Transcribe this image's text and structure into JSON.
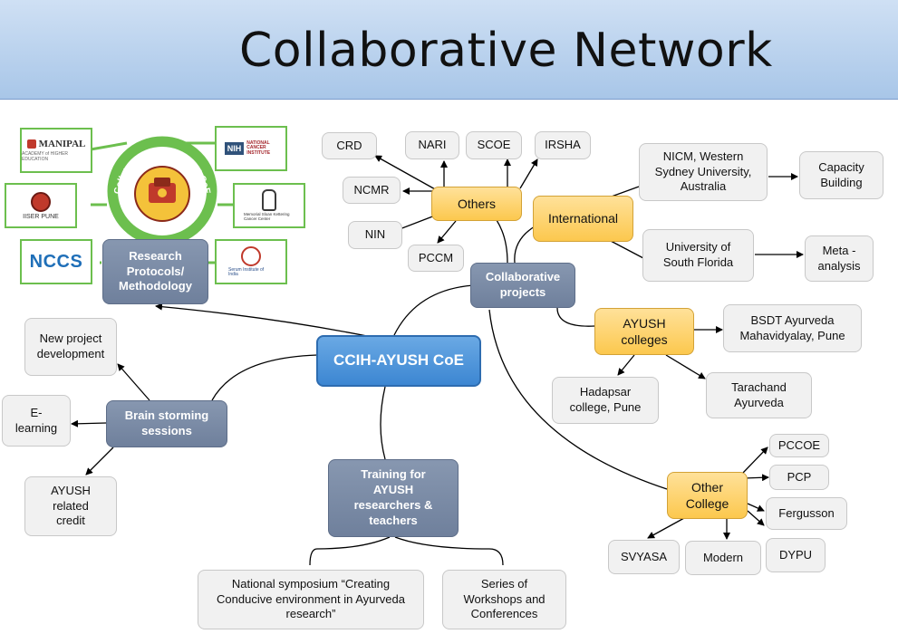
{
  "title": "Collaborative Network",
  "center": "CCIH-AYUSH CoE",
  "seal_text": "Collaborators of AYUSH CoE",
  "logos": {
    "manipal": "MANIPAL",
    "manipal_sub": "ACADEMY of HIGHER EDUCATION",
    "nih": "NIH",
    "nih_sub": "NATIONAL CANCER INSTITUTE",
    "iiser": "IISER PUNE",
    "msk": "Memorial Sloan Kettering Cancer Center",
    "nccs": "NCCS",
    "serum": "Serum Institute of India"
  },
  "nodes": {
    "research": "Research\nProtocols/\nMethodology",
    "collab": "Collaborative\nprojects",
    "others": "Others",
    "crd": "CRD",
    "nari": "NARI",
    "scoe": "SCOE",
    "irsha": "IRSHA",
    "ncmr": "NCMR",
    "nin": "NIN",
    "pccm": "PCCM",
    "international": "International",
    "nicm": "NICM, Western\nSydney University,\nAustralia",
    "capacity": "Capacity\nBuilding",
    "usf": "University of\nSouth Florida",
    "meta": "Meta -\nanalysis",
    "ayush_colleges": "AYUSH\ncolleges",
    "bsdt": "BSDT Ayurveda\nMahavidyalay, Pune",
    "hadapsar": "Hadapsar\ncollege, Pune",
    "tarachand": "Tarachand\nAyurveda",
    "other_college": "Other\nCollege",
    "pccoe": "PCCOE",
    "pcp": "PCP",
    "fergusson": "Fergusson",
    "dypu": "DYPU",
    "modern": "Modern",
    "svyasa": "SVYASA",
    "brainstorm": "Brain storming\nsessions",
    "newproject": "New project\ndevelopment",
    "elearning": "E-\nlearning",
    "ayush_credit": "AYUSH\nrelated\ncredit",
    "training": "Training for\nAYUSH\nresearchers &\nteachers",
    "national": "National symposium “Creating\nConducive environment in Ayurveda\nresearch”",
    "workshops": "Series of\nWorkshops and\nConferences"
  }
}
